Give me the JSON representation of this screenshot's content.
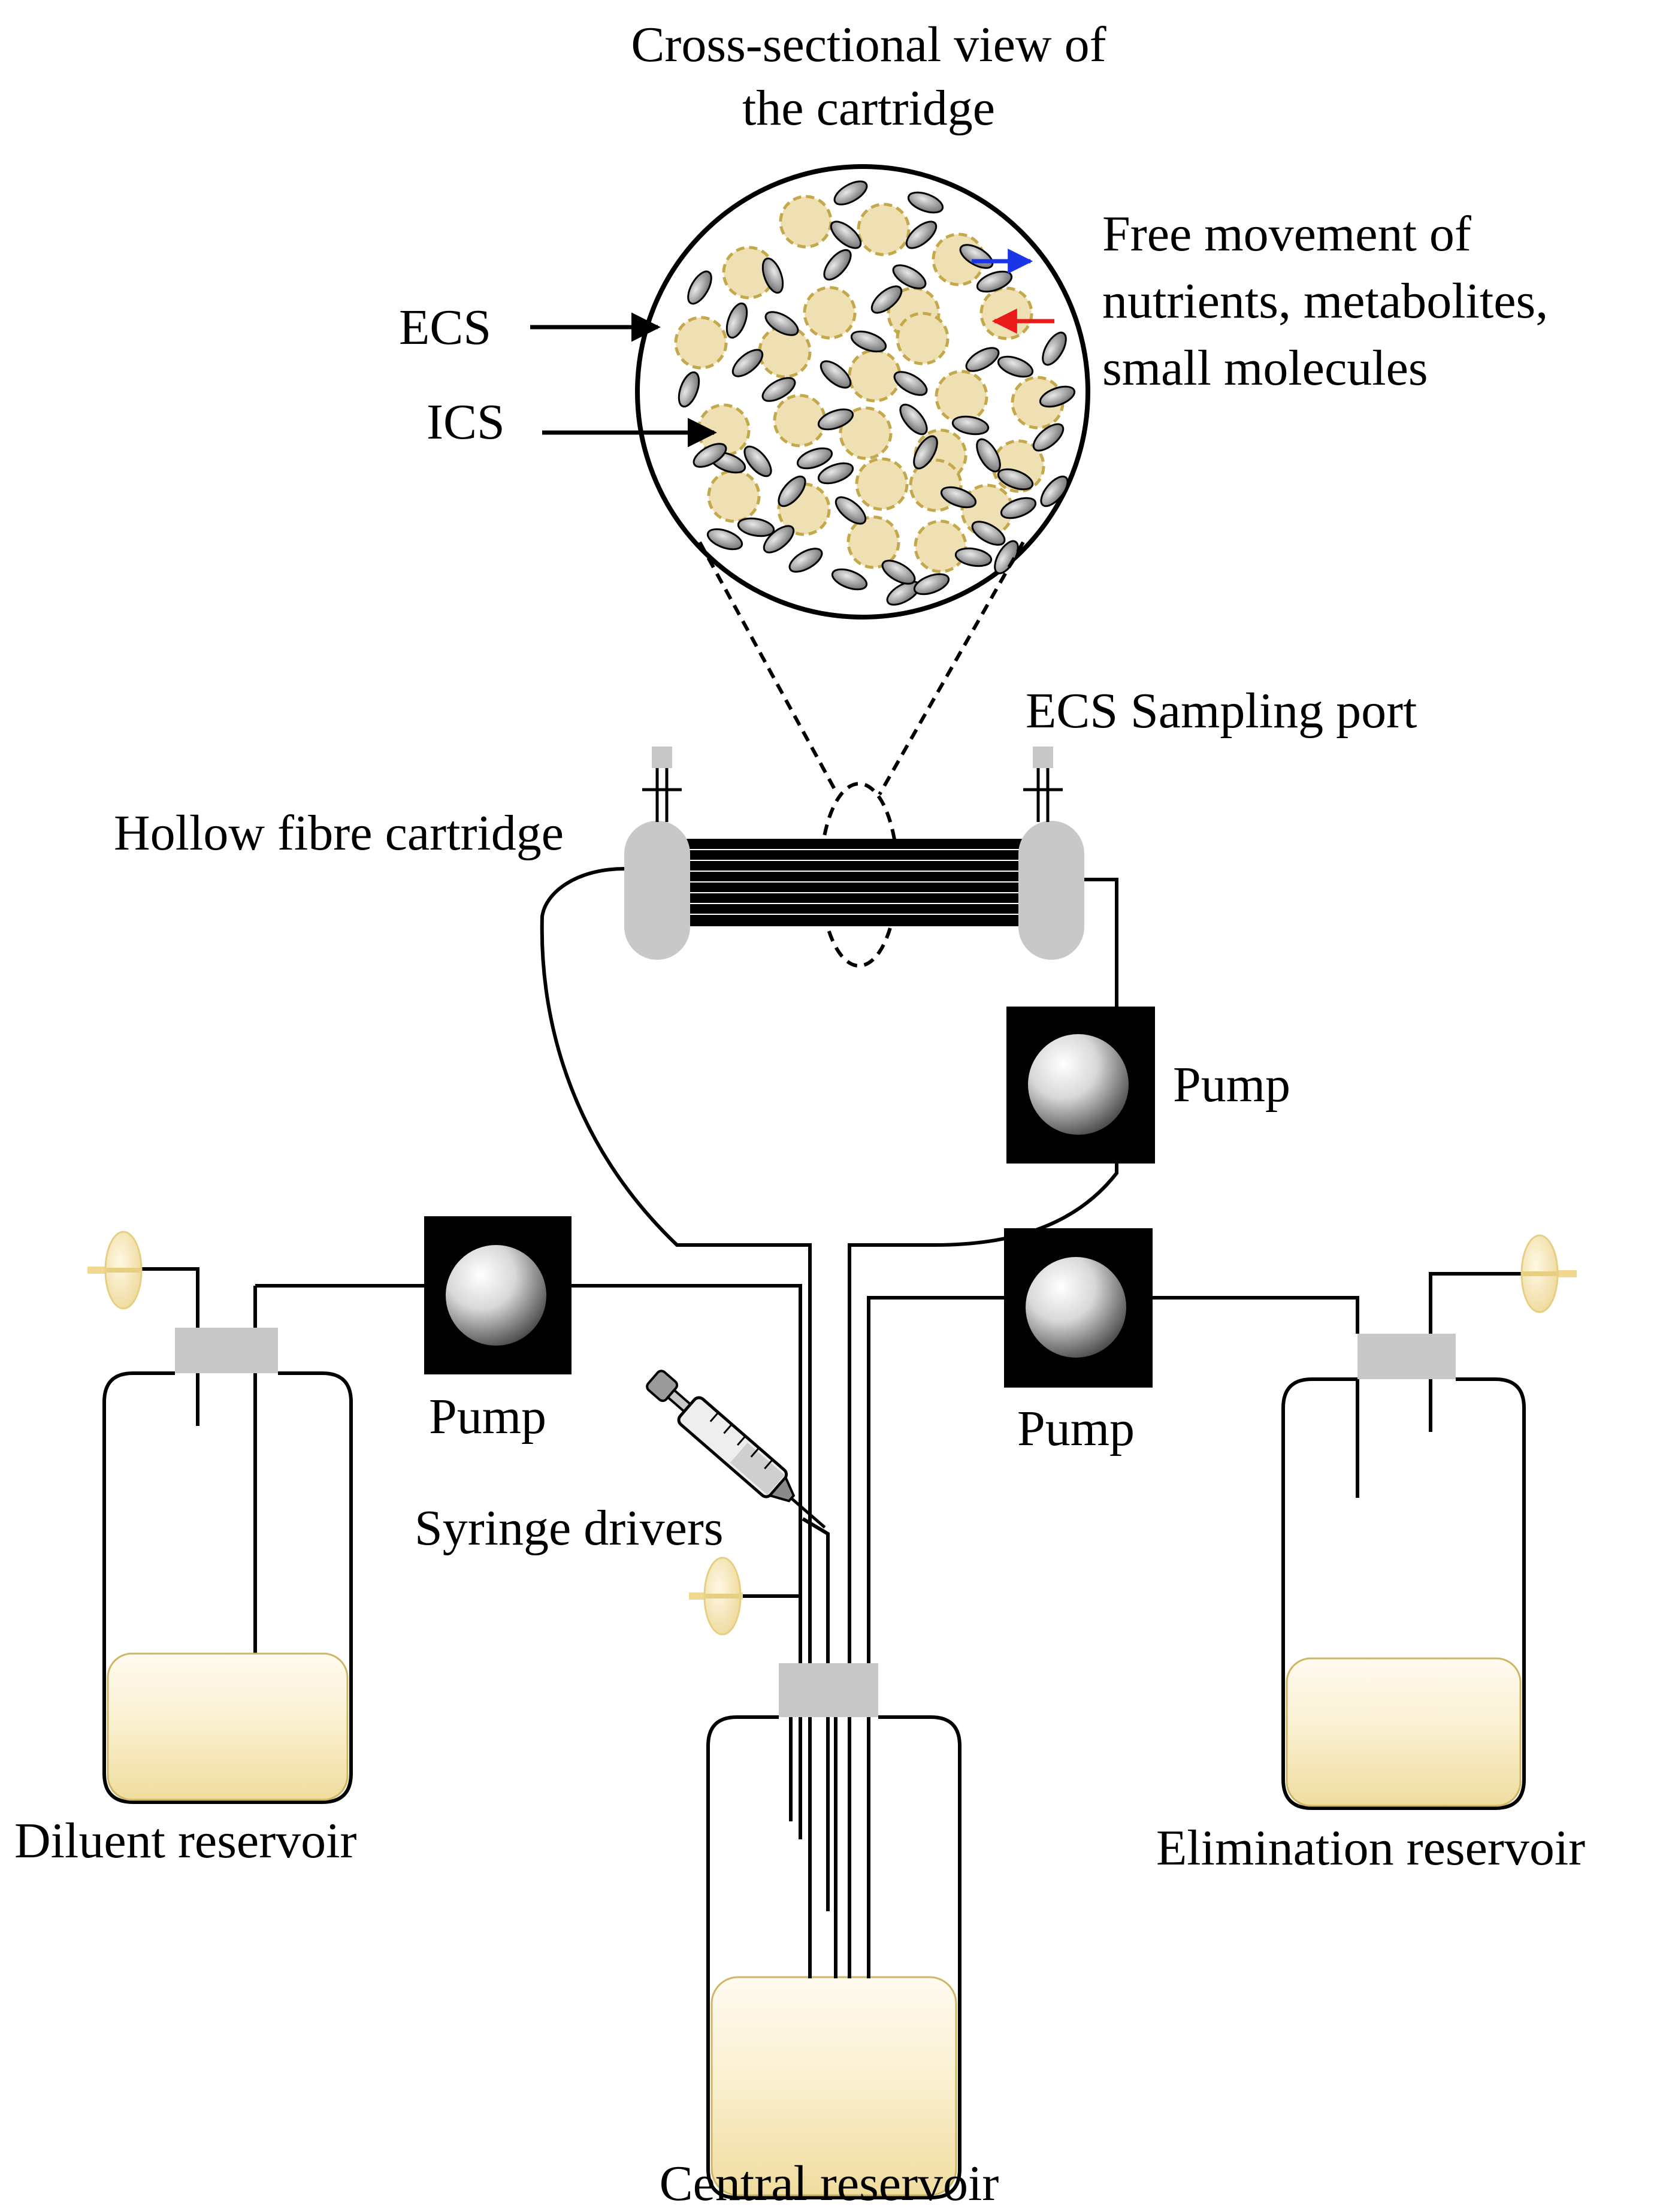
{
  "labels": {
    "cross_section_line1": "Cross-sectional view of",
    "cross_section_line2": "the cartridge",
    "ecs": "ECS",
    "ics": "ICS",
    "free_movement_line1": "Free movement of",
    "free_movement_line2": "nutrients, metabolites,",
    "free_movement_line3": "small molecules",
    "ecs_sampling_port": "ECS Sampling port",
    "hollow_fibre_cartridge": "Hollow fibre cartridge",
    "pump_recirc": "Pump",
    "pump_diluent": "Pump",
    "pump_elimination": "Pump",
    "syringe_drivers": "Syringe drivers",
    "diluent_reservoir": "Diluent reservoir",
    "central_reservoir": "Central reservoir",
    "elimination_reservoir": "Elimination reservoir"
  },
  "colors": {
    "line": "#000000",
    "cap_gray": "#c8c8c8",
    "fibre_fill": "#efe0b4",
    "fibre_stroke": "#c4a84c",
    "ellipse_fill": "#8a8a8a",
    "liquid": "#f3e6b0",
    "arrow_out": "#1a35e8",
    "arrow_in": "#e81a1a"
  },
  "icons": {
    "pump": "pump-icon",
    "filter": "filter-icon",
    "syringe": "syringe-icon"
  }
}
